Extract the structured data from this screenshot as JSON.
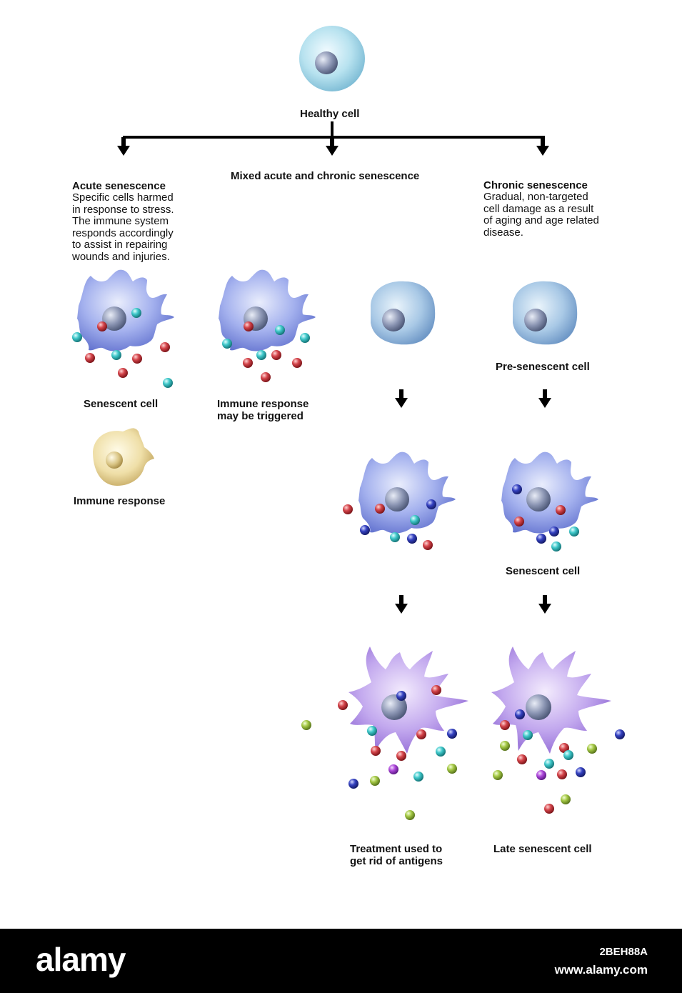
{
  "labels": {
    "healthy": "Healthy cell",
    "acute_title": "Acute senescence",
    "acute_desc": "Specific cells harmed\nin response to stress.\nThe immune system\nresponds accordingly\nto assist in repairing\nwounds and injuries.",
    "mixed_title": "Mixed acute and chronic senescence",
    "chronic_title": "Chronic senescence",
    "chronic_desc": "Gradual, non-targeted\ncell damage as a result\nof aging and age related\ndisease.",
    "senescent_cell_1": "Senescent cell",
    "immune_triggered_1": "Immune response",
    "immune_triggered_2": "may be triggered",
    "immune_response": "Immune response",
    "pre_senescent": "Pre-senescent cell",
    "senescent_cell_2": "Senescent cell",
    "treatment_1": "Treatment used to",
    "treatment_2": "get rid of antigens",
    "late_senescent": "Late senescent cell"
  },
  "footer": {
    "logo": "alamy",
    "image_id": "2BEH88A",
    "site": "www.alamy.com"
  },
  "colors": {
    "healthy_cell": "#a9dcea",
    "senescent_cell": "#9aa8e8",
    "late_cell": "#b79ae6",
    "immune_cell": "#ead79a",
    "particle_red": "#c8383c",
    "particle_cyan": "#3ec6c8",
    "particle_blue": "#2b35b0",
    "particle_green": "#9bc23a",
    "particle_purple": "#a43fd0"
  }
}
